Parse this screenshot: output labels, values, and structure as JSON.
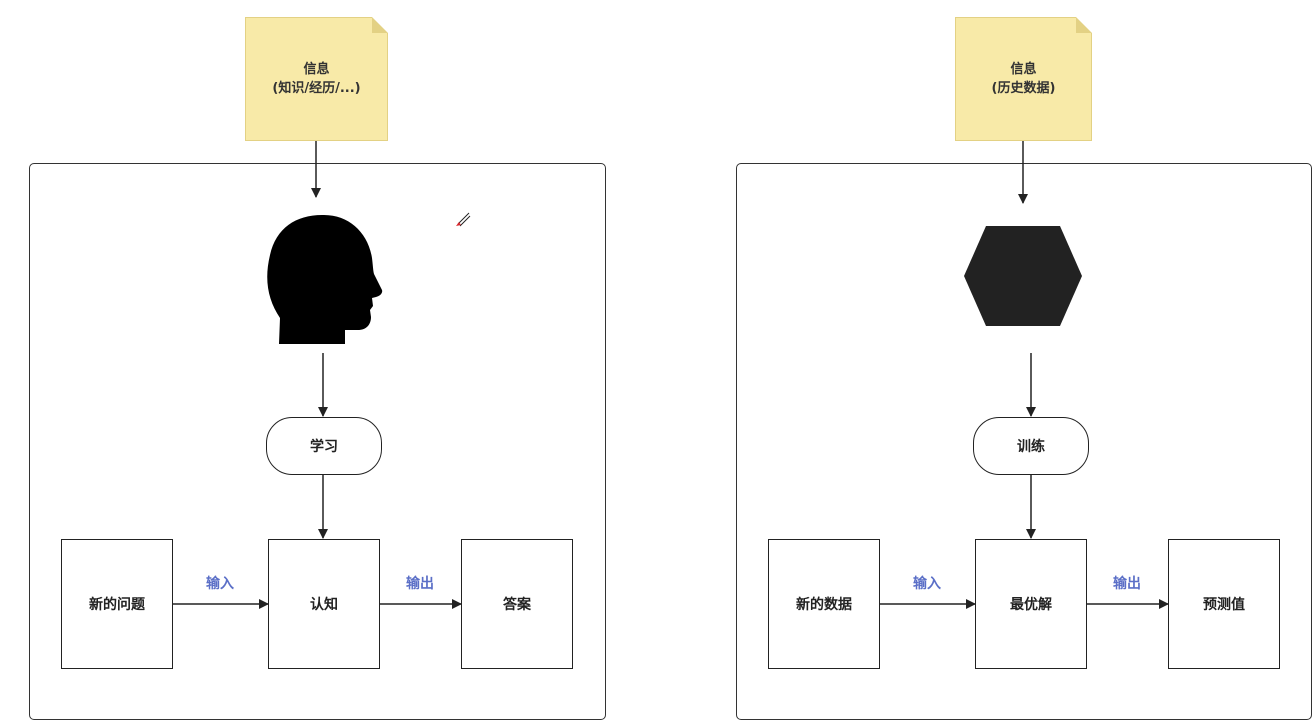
{
  "left_diagram": {
    "info_note": {
      "line1": "信息",
      "line2": "(知识/经历/...)"
    },
    "learn": "学习",
    "new_question": "新的问题",
    "input_label": "输入",
    "cognition": "认知",
    "output_label": "输出",
    "answer": "答案",
    "head_icon": "human-head-silhouette-icon"
  },
  "right_diagram": {
    "info_note": {
      "line1": "信息",
      "line2": "(历史数据)"
    },
    "train": "训练",
    "new_data": "新的数据",
    "input_label": "输入",
    "optimal_solution": "最优解",
    "output_label": "输出",
    "prediction": "预测值",
    "model_icon": "hexagon-icon"
  },
  "colors": {
    "note_fill": "#f8eaa8",
    "edge_label": "#5b6fc7",
    "stroke": "#222222"
  },
  "cursor_icon": "pen-cursor-icon"
}
